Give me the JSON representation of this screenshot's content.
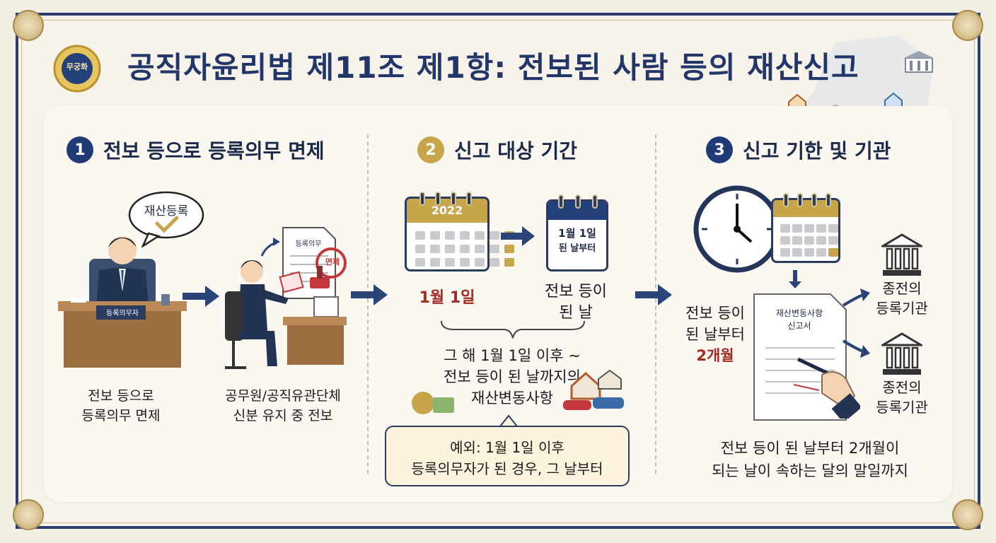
{
  "title": "공직자윤리법 제11조 제1항: 전보된 사람 등의 재산신고",
  "emblem_text": "무궁화",
  "sections": [
    {
      "num": "1",
      "heading": "전보 등으로 등록의무 면제"
    },
    {
      "num": "2",
      "heading": "신고 대상 기간"
    },
    {
      "num": "3",
      "heading": "신고 기한 및 기관"
    }
  ],
  "s1": {
    "bubble": "재산등록",
    "nameplate": "등록의무자",
    "doc_label": "등록의무",
    "stamp": "면제",
    "caption_left": [
      "전보 등으로",
      "등록의무 면제"
    ],
    "caption_right": [
      "공무원/공직유관단체",
      "신분 유지 중 전보"
    ]
  },
  "s2": {
    "cal_year": "2022",
    "cal2_lines": [
      "1월 1일",
      "된 날부터"
    ],
    "start_label": "1월 1일",
    "end_label": [
      "전보 등이",
      "된 날"
    ],
    "range_text": [
      "그 해 1월 1일 이후 ~",
      "전보 등이 된 날까지의",
      "재산변동사항"
    ],
    "exception": [
      "예외: 1월 1일 이후",
      "등록의무자가 된 경우, 그 날부터"
    ]
  },
  "s3": {
    "from_text": [
      "전보 등이",
      "된 날부터"
    ],
    "period": "2개월",
    "form_title": [
      "재산변동사항",
      "신고서"
    ],
    "agency_1": [
      "종전의",
      "등록기관"
    ],
    "agency_2": [
      "종전의",
      "등록기관"
    ],
    "deadline": [
      "전보 등이 된 날부터 2개월이",
      "되는 날이 속하는 달의 말일까지"
    ]
  },
  "colors": {
    "navy": "#1f3a75",
    "red": "#a12a23",
    "gold": "#c7a54a",
    "cream": "#fbf8f1"
  }
}
